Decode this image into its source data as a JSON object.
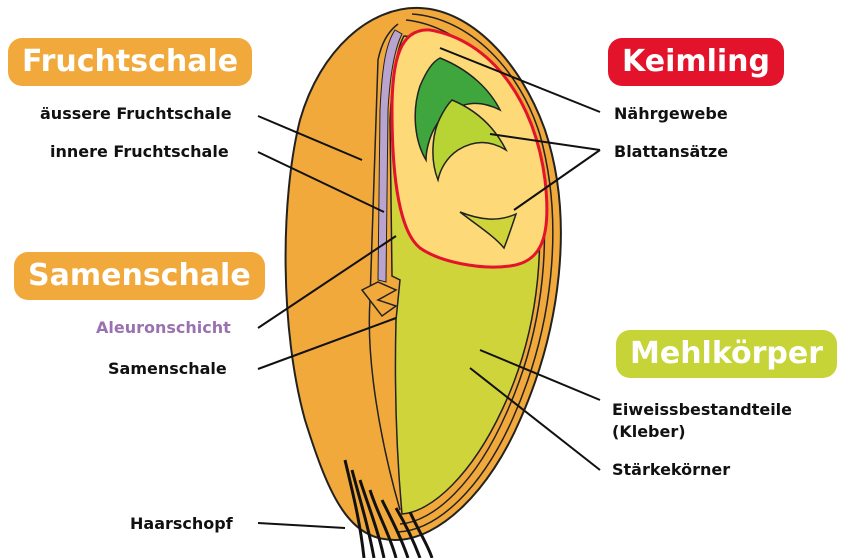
{
  "badges": {
    "fruchtschale": "Fruchtschale",
    "samenschale": "Samenschale",
    "keimling": "Keimling",
    "mehlkoerper": "Mehlkörper"
  },
  "labels": {
    "aeussere_fruchtschale": "äussere Fruchtschale",
    "innere_fruchtschale": "innere Fruchtschale",
    "aleuronschicht": "Aleuronschicht",
    "samenschale": "Samenschale",
    "haarschopf": "Haarschopf",
    "naehrgewebe": "Nährgewebe",
    "blattansaetze": "Blattansätze",
    "eiweiss_line1": "Eiweissbestandteile",
    "eiweiss_line2": "(Kleber)",
    "staerkekoerner": "Stärkekörner"
  },
  "colors": {
    "fruchtschale": "#f2a93b",
    "keimling": "#e3132b",
    "mehlkoerper": "#c6d437",
    "aleuronschicht": "#9b72b0",
    "naehrgewebe": "#fdd977",
    "blattansaetze": "#3ea63c"
  }
}
